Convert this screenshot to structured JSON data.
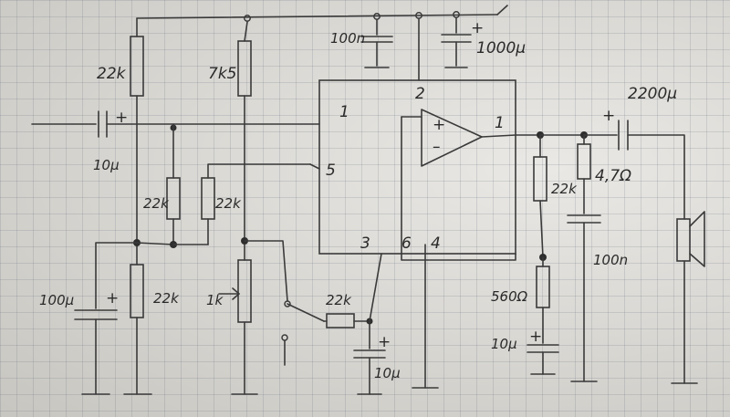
{
  "components": {
    "r_top_left": "22k",
    "r_top_mid": "7k5",
    "c_input": "10µ",
    "r_mid_a": "22k",
    "r_mid_b": "22k",
    "c_bottom_left": "100µ",
    "r_bottom_left": "22k",
    "pot": "1k",
    "r_feedback": "22k",
    "c_feedback": "10µ",
    "c_supply_a": "100n",
    "c_supply_b": "1000µ",
    "r_out_a": "22k",
    "r_out_b": "4,7Ω",
    "c_out_filter": "100n",
    "r_out_bottom": "560Ω",
    "c_out_bottom": "10µ",
    "c_speaker": "2200µ"
  },
  "ic": {
    "pin1": "1",
    "pin2": "2",
    "pin3": "3",
    "pin5": "5",
    "pin6": "6",
    "pin4": "4",
    "pin7": "1",
    "opamp_plus": "+",
    "opamp_minus": "–"
  },
  "polarity": {
    "plus_input": "+",
    "plus_left": "+",
    "plus_1000": "+",
    "plus_speaker": "+",
    "plus_bottom": "+",
    "plus_feedback": "+"
  }
}
